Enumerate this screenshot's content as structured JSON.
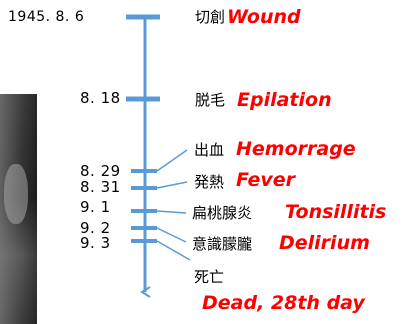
{
  "events": [
    {
      "date": "1945. 8. 6",
      "jp": "切創",
      "en": "Wound"
    },
    {
      "date": "8. 18",
      "jp": "脱毛",
      "en": "Epilation"
    },
    {
      "date": "8. 29",
      "jp": "出血",
      "en": "Hemorrage"
    },
    {
      "date": "8. 31",
      "jp": "発熱",
      "en": "Fever"
    },
    {
      "date": "9. 1",
      "jp": "扁桃腺炎",
      "en": "Tonsillitis"
    },
    {
      "date": "9. 2",
      "jp": "意識朦朧",
      "en": "Delirium"
    },
    {
      "date": "9. 3",
      "jp": "死亡",
      "en": "Dead, 28th day"
    }
  ],
  "colors": {
    "axis": "#5b9bd5",
    "leader": "#5b9bd5",
    "english": "#ff0000"
  }
}
